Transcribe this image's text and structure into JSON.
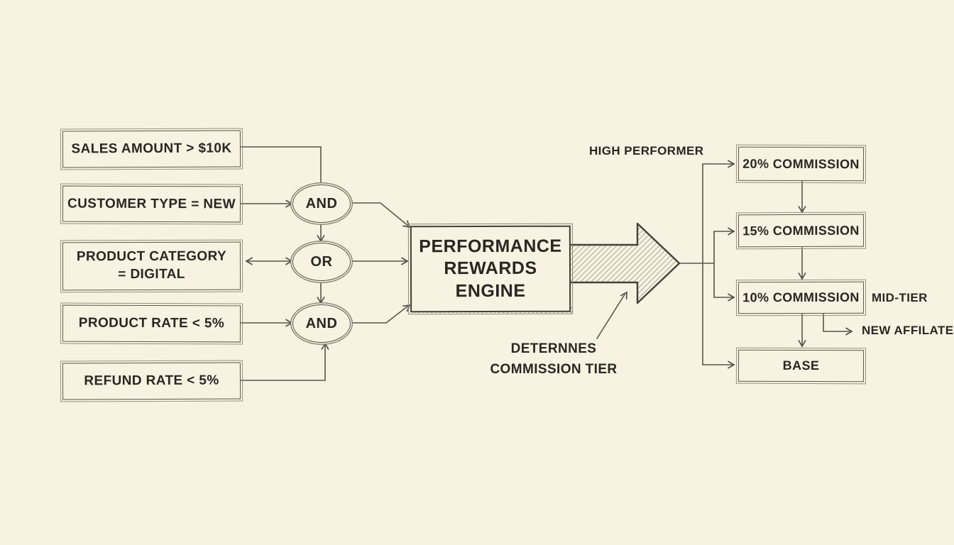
{
  "conditions": [
    {
      "label": "SALES AMOUNT > $10K"
    },
    {
      "label": "CUSTOMER TYPE = NEW"
    },
    {
      "label": "PRODUCT CATEGORY\n= DIGITAL"
    },
    {
      "label": "PRODUCT RATE < 5%"
    },
    {
      "label": "REFUND RATE < 5%"
    }
  ],
  "gates": [
    {
      "label": "AND"
    },
    {
      "label": "OR"
    },
    {
      "label": "AND"
    }
  ],
  "engine": {
    "label": "PERFORMANCE\nREWARDS\nENGINE"
  },
  "tiers": [
    {
      "label": "20% COMMISSION"
    },
    {
      "label": "15% COMMISSION"
    },
    {
      "label": "10% COMMISSION"
    },
    {
      "label": "BASE"
    }
  ],
  "labels": {
    "high_performer": "HIGH PERFORMER",
    "mid_tier": "MID-TIER",
    "new_affiliate": "NEW AFFILATE",
    "determines": "DETERNNES\nCOMMISSION TIER"
  },
  "colors": {
    "background": "#f7f2e2",
    "ink": "#2a2722",
    "line": "#5a544b"
  }
}
